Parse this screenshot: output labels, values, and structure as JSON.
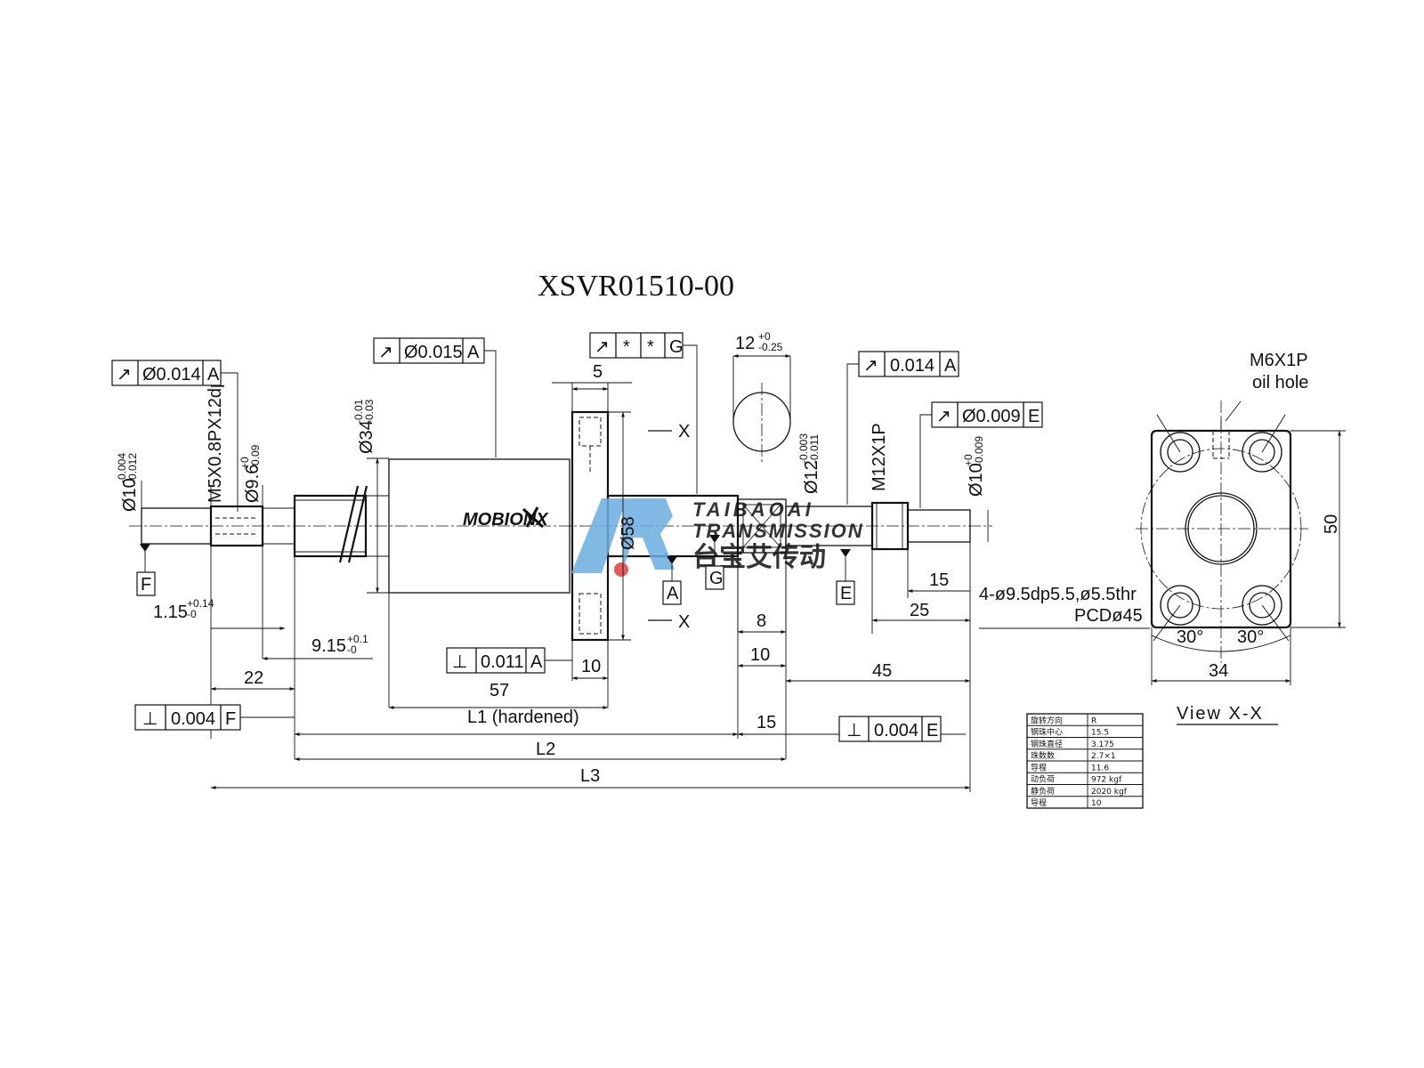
{
  "title": "XSVR01510-00",
  "tolerance_frames": {
    "tl_left": {
      "symbol": "↗",
      "value": "Ø0.014",
      "datum": "A"
    },
    "tl_nut": {
      "symbol": "↗",
      "value": "Ø0.015",
      "datum": "A"
    },
    "tl_flange": {
      "symbol": "↗",
      "v1": "*",
      "v2": "*",
      "datum": "G"
    },
    "tl_right1": {
      "symbol": "↗",
      "value": "0.014",
      "datum": "A"
    },
    "tl_right2": {
      "symbol": "↗",
      "value": "Ø0.009",
      "datum": "E"
    },
    "perp_nut": {
      "symbol": "⊥",
      "value": "0.011",
      "datum": "A"
    },
    "perp_left": {
      "symbol": "⊥",
      "value": "0.004",
      "datum": "F"
    },
    "perp_right": {
      "symbol": "⊥",
      "value": "0.004",
      "datum": "E"
    }
  },
  "datums": {
    "f": "F",
    "a": "A",
    "g": "G",
    "e": "E"
  },
  "dims": {
    "d10_left": "Ø10",
    "d10_left_tol_up": "-0.004",
    "d10_left_tol_lo": "-0.012",
    "thread_m5": "M5X0.8PX12dp",
    "d9_6": "Ø9.6",
    "d9_6_tol_up": "+0",
    "d9_6_tol_lo": "-0.09",
    "d34": "Ø34",
    "d34_tol_up": "-0.01",
    "d34_tol_lo": "-0.03",
    "d58": "Ø58",
    "d12": "Ø12",
    "d12_tol_up": "-0.003",
    "d12_tol_lo": "-0.011",
    "thread_m12": "M12X1P",
    "d10_right": "Ø10",
    "d10_right_tol_up": "+0",
    "d10_right_tol_lo": "-0.009",
    "w5": "5",
    "w12": "12",
    "w12_tol_up": "+0",
    "w12_tol_lo": "-0.25",
    "v1_15": "1.15",
    "v1_15_tol_up": "+0.14",
    "v1_15_tol_lo": "-0",
    "v9_15": "9.15",
    "v9_15_tol_up": "+0.1",
    "v9_15_tol_lo": "-0",
    "v22": "22",
    "v57": "57",
    "v10a": "10",
    "v8": "8",
    "v10b": "10",
    "v15a": "15",
    "v25": "25",
    "v45": "45",
    "v15b": "15",
    "l1": "L1 (hardened)",
    "l2": "L2",
    "l3": "L3",
    "sec_x": "X",
    "holes": "4-ø9.5dp5.5,ø5.5thr",
    "pcd": "PCDø45"
  },
  "view_xx": {
    "oil_1": "M6X1P",
    "oil_2": "oil hole",
    "d50": "50",
    "d34": "34",
    "a1": "30°",
    "a2": "30°",
    "caption": "View X-X"
  },
  "logo": {
    "mark": "MOBIONX"
  },
  "watermark": {
    "en1": "TAIBAOAI",
    "en2": "TRANSMISSION",
    "cn": "台宝艾传动"
  },
  "spec_table": [
    [
      "旋转方向",
      "R"
    ],
    [
      "钢珠中心",
      "15.5"
    ],
    [
      "钢珠直径",
      "3.175"
    ],
    [
      "珠数数",
      "2.7×1"
    ],
    [
      "导程",
      "11.6"
    ],
    [
      "动负荷",
      "972 kgf"
    ],
    [
      "静负荷",
      "2020 kgf"
    ],
    [
      "导程",
      "10"
    ]
  ]
}
